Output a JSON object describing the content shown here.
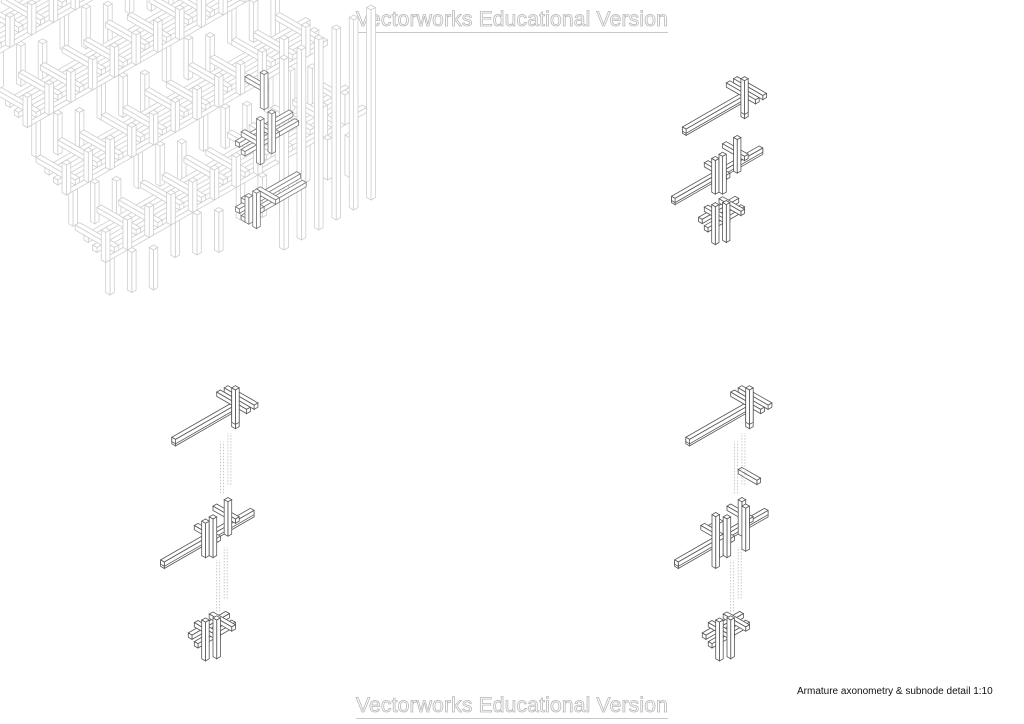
{
  "sheet": {
    "watermark_top": "Vectorworks Educational Version",
    "watermark_bottom": "Vectorworks Educational Version",
    "caption": "Armature axonometry & subnode detail 1:10",
    "background": "#ffffff",
    "line_color_primary": "#555555",
    "line_color_ghost": "#c8c8c8",
    "watermark_color": "#b8b8b8"
  },
  "drawings": [
    {
      "id": "armature-axonometry",
      "label": "Full armature grid axonometry (ghosted) with highlighted subnode",
      "position": "top-left"
    },
    {
      "id": "subnode-detail-a",
      "label": "Subnode detail axonometry",
      "position": "top-right"
    },
    {
      "id": "subnode-exploded-b",
      "label": "Subnode exploded axonometry (variant 1)",
      "position": "bottom-left"
    },
    {
      "id": "subnode-exploded-c",
      "label": "Subnode exploded axonometry (variant 2)",
      "position": "bottom-right"
    }
  ]
}
